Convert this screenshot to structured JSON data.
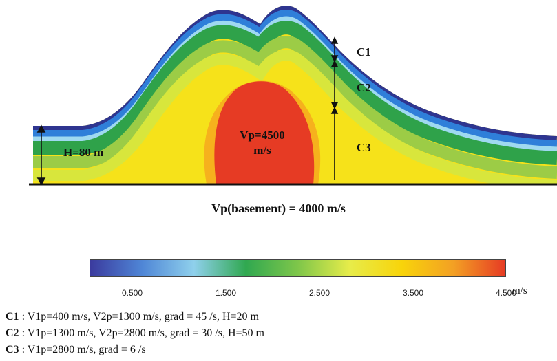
{
  "layers": [
    {
      "id": "C1",
      "label": "C1",
      "desc": " : V1p=400 m/s, V2p=1300 m/s, grad = 45 /s, H=20 m"
    },
    {
      "id": "C2",
      "label": "C2",
      "desc": " : V1p=1300 m/s, V2p=2800 m/s, grad = 30 /s, H=50 m"
    },
    {
      "id": "C3",
      "label": "C3",
      "desc": " : V1p=2800 m/s, grad = 6 /s"
    }
  ],
  "annotations": {
    "thickness": "H=80 m",
    "body_vp_line1": "Vp=4500",
    "body_vp_line2": "m/s",
    "basement": "Vp(basement)  = 4000 m/s"
  },
  "colorbar": {
    "ticks": [
      "0.500",
      "1.500",
      "2.500",
      "3.500",
      "4.500"
    ],
    "tick_values": [
      0.5,
      1.5,
      2.5,
      3.5,
      4.5
    ],
    "unit": "m/s",
    "colors": [
      "#3b3b9e",
      "#4f86d6",
      "#8fd0ec",
      "#30a850",
      "#7ec64a",
      "#e7ec4a",
      "#f8d40a",
      "#f3a024",
      "#e63b24"
    ]
  }
}
